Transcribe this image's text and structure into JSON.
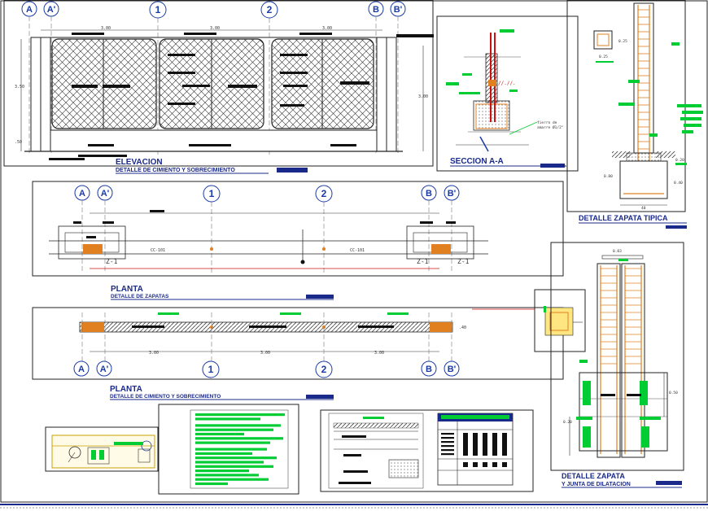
{
  "colors": {
    "title": "#1a2a8a",
    "bubble": "#1a3aa8",
    "annotation": "#00cc33",
    "rebar": "#e08020",
    "section_cut": "#cc1111"
  },
  "grid_labels": {
    "a": "A",
    "a_prime": "A'",
    "one": "1",
    "two": "2",
    "b": "B",
    "b_prime": "B'"
  },
  "elevacion": {
    "title": "ELEVACION",
    "subtitle": "DETALLE DE CIMIENTO Y SOBRECIMIENTO",
    "dims": [
      "3.00",
      "3.00",
      "3.00",
      "3.50",
      "3.00",
      ".50"
    ]
  },
  "seccion": {
    "title": "SECCION A-A",
    "note_1": "fierro de",
    "note_2": "amarre Ø1/2\""
  },
  "zapata_tipica": {
    "title": "DETALLE ZAPATA TIPICA",
    "dims": [
      "0.25",
      "0.25",
      "0.20",
      "0.80",
      "0.40",
      "40"
    ]
  },
  "planta_zapatas": {
    "title": "PLANTA",
    "subtitle": "DETALLE DE ZAPATAS",
    "labels": [
      "CC-101",
      "CC-101",
      "Z-1",
      "Z-1",
      "Z-1"
    ]
  },
  "planta_cimiento": {
    "title": "PLANTA",
    "subtitle": "DETALLE DE CIMIENTO Y SOBRECIMIENTO",
    "dims": [
      "3.00",
      "3.00",
      "3.00",
      ".40"
    ]
  },
  "zapata_dilatacion": {
    "title": "DETALLE ZAPATA",
    "subtitle": "Y JUNTA DE DILATACION",
    "dims": [
      "0.50",
      "0.20",
      "0.03"
    ]
  }
}
